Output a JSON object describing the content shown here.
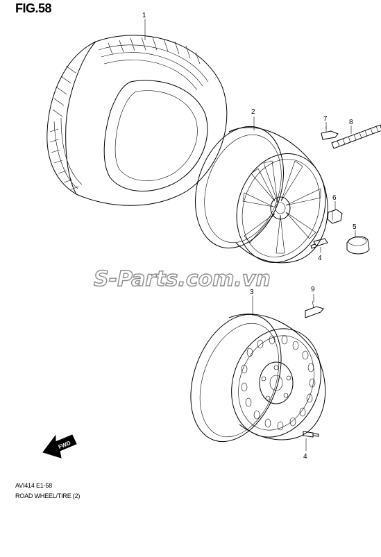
{
  "figure": {
    "title": "FIG.58"
  },
  "callouts": {
    "p1": "1",
    "p2": "2",
    "p3": "3",
    "p4a": "4",
    "p4b": "4",
    "p5": "5",
    "p6": "6",
    "p7": "7",
    "p8": "8",
    "p9": "9"
  },
  "watermark": "S-Parts.com.vn",
  "direction_arrow": {
    "label": "FWD"
  },
  "footer": {
    "code": "AVI414 E1-58",
    "name": "ROAD WHEEL/TIRE (2)"
  }
}
